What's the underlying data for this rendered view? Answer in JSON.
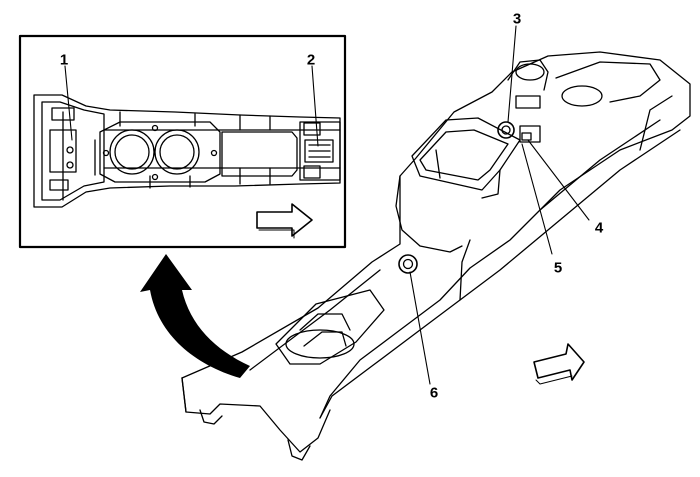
{
  "figure": {
    "callouts": [
      {
        "id": "1",
        "label": "1"
      },
      {
        "id": "2",
        "label": "2"
      },
      {
        "id": "3",
        "label": "3"
      },
      {
        "id": "4",
        "label": "4"
      },
      {
        "id": "5",
        "label": "5"
      },
      {
        "id": "6",
        "label": "6"
      }
    ]
  }
}
